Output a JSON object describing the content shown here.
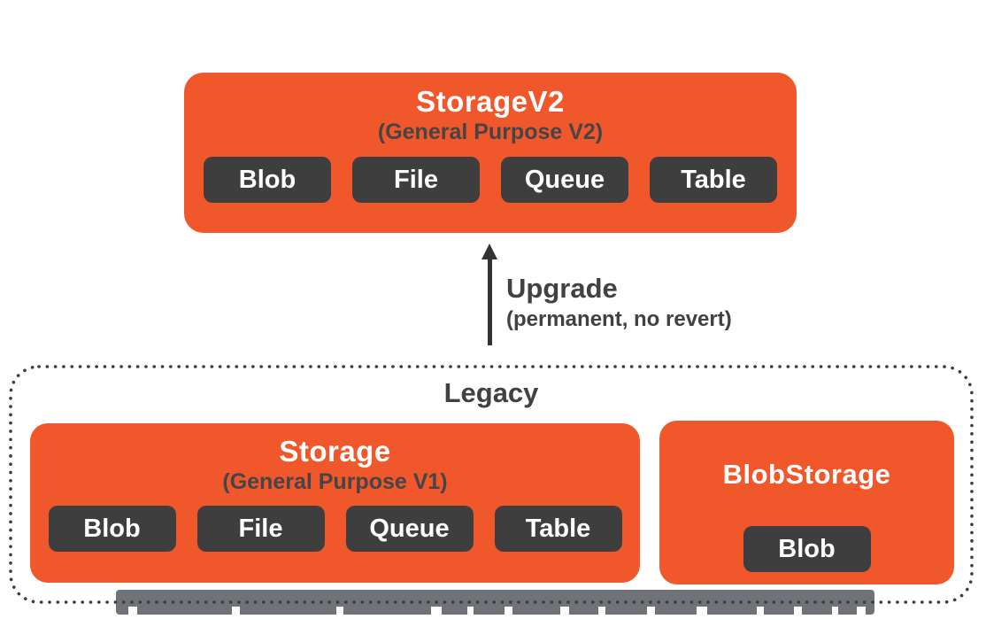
{
  "diagram": {
    "storage_v2": {
      "title": "StorageV2",
      "subtitle": "(General Purpose V2)",
      "services": [
        "Blob",
        "File",
        "Queue",
        "Table"
      ]
    },
    "upgrade_arrow": {
      "label": "Upgrade",
      "note": "(permanent, no revert)"
    },
    "legacy_group": {
      "label": "Legacy",
      "storage_v1": {
        "title": "Storage",
        "subtitle": "(General Purpose V1)",
        "services": [
          "Blob",
          "File",
          "Queue",
          "Table"
        ]
      },
      "blob_storage": {
        "title": "BlobStorage",
        "services": [
          "Blob"
        ]
      }
    },
    "colors": {
      "accent_orange": "#F0572B",
      "badge_dark": "#3E3E3E",
      "text_dark": "#414042",
      "caption_bar_gray": "#6F7276",
      "dotted_border": "#3D3D3D"
    }
  }
}
